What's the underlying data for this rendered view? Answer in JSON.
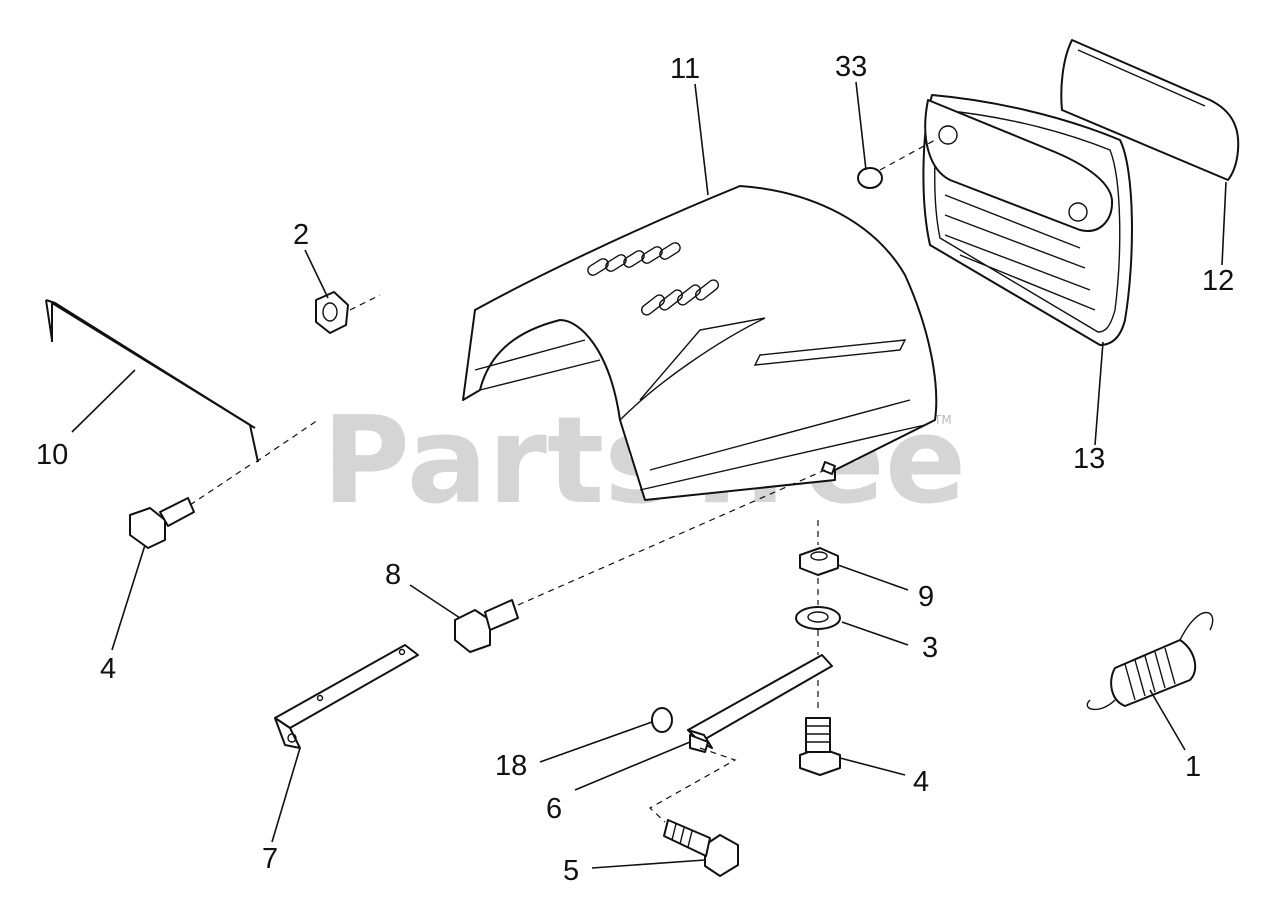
{
  "watermark": {
    "text": "PartsTree",
    "trademark": "TM"
  },
  "callouts": [
    "11",
    "33",
    "12",
    "13",
    "2",
    "10",
    "4",
    "8",
    "9",
    "3",
    "4",
    "1",
    "7",
    "18",
    "6",
    "5"
  ]
}
